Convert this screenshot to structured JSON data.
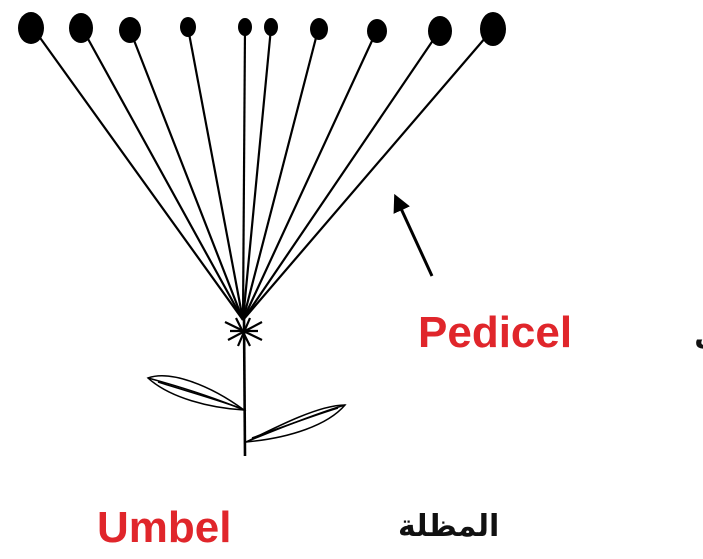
{
  "labels": {
    "pedicel_en": "Pedicel",
    "pedicel_ar": "حويمل",
    "umbel_en": "Umbel",
    "umbel_ar": "المظلة"
  },
  "flowers_count": 10,
  "colors": {
    "label_en": "#e0262b",
    "label_ar": "#111111",
    "lines": "#000000"
  }
}
